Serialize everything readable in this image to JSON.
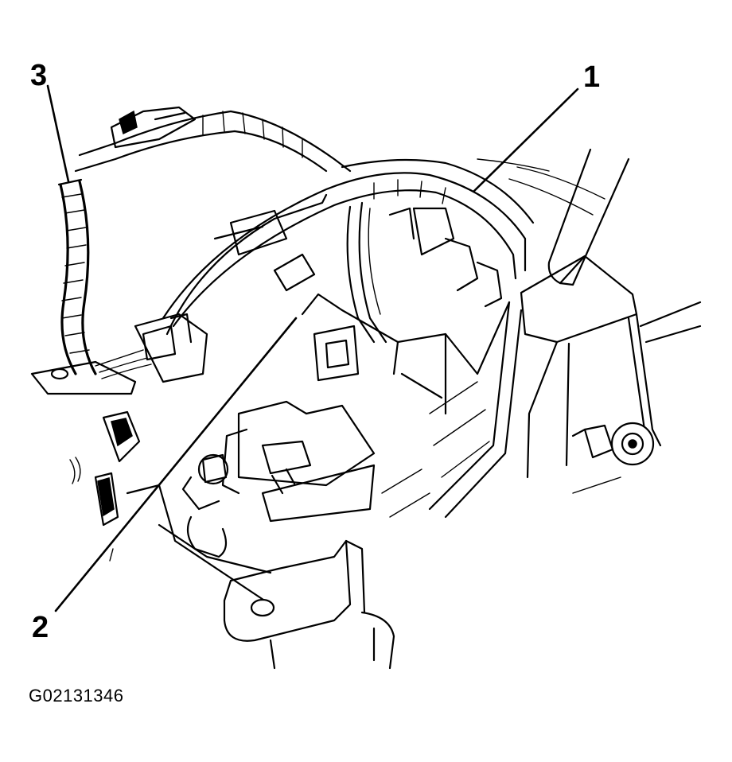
{
  "callouts": {
    "one": "1",
    "two": "2",
    "three": "3"
  },
  "figure_id": "G02131346"
}
